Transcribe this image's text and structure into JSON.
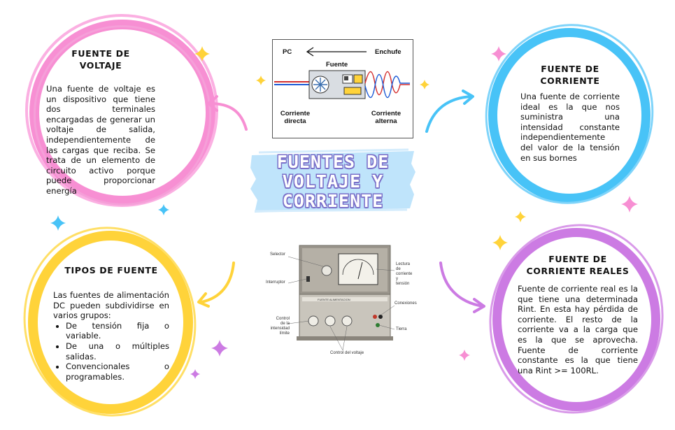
{
  "title": {
    "line1": "FUENTES DE",
    "line2": "VOLTAJE Y",
    "line3": "CORRIENTE"
  },
  "colors": {
    "pink": "#f78fd3",
    "blue": "#48c3f7",
    "yellow": "#ffd33a",
    "purple": "#cc7be3",
    "banner": "#bfe4fb",
    "title_outline": "#7a6fc8"
  },
  "voltage_source": {
    "heading_1": "FUENTE DE",
    "heading_2": "VOLTAJE",
    "body": "Una fuente de voltaje es un dispositivo que tiene dos terminales encargadas de generar un voltaje de salida, independientemente de las cargas que reciba. Se trata de un elemento de circuito activo porque puede proporcionar energía"
  },
  "current_source": {
    "heading_1": "FUENTE DE",
    "heading_2": "CORRIENTE",
    "body": "Una fuente de corriente ideal es la que nos suministra una intensidad constante independientemente del valor de la tensión en sus bornes"
  },
  "source_types": {
    "heading": "TIPOS DE FUENTE",
    "intro": "Las fuentes de alimentación DC pueden subdividirse en varios grupos:",
    "items": [
      "De tensión fija o variable.",
      "De una o múltiples salidas.",
      "Convencionales o programables."
    ]
  },
  "real_current_source": {
    "heading_1": "FUENTE DE",
    "heading_2": "CORRIENTE REALES",
    "body": "Fuente de corriente real es la que tiene una determinada Rint. En esta hay pérdida de corriente. El resto de la corriente va a la carga que es la que se aprovecha. Fuente de corriente constante es la que tiene una Rint >= 100RL."
  },
  "diagram": {
    "pc": "PC",
    "enchufe": "Enchufe",
    "fuente": "Fuente",
    "dc_1": "Corriente",
    "dc_2": "directa",
    "ac_1": "Corriente",
    "ac_2": "alterna"
  },
  "photo": {
    "selector": "Selector",
    "interruptor": "Interruptor",
    "control_int_1": "Control",
    "control_int_2": "de la intensidad",
    "control_int_3": "límite",
    "lectura_1": "Lectura",
    "lectura_2": "de corriente",
    "lectura_3": "y tensión",
    "conexiones": "Conexiones",
    "tierra": "Tierra",
    "control_voltaje": "Control del voltaje",
    "brand": "FUENTE ALIMENTACION"
  }
}
